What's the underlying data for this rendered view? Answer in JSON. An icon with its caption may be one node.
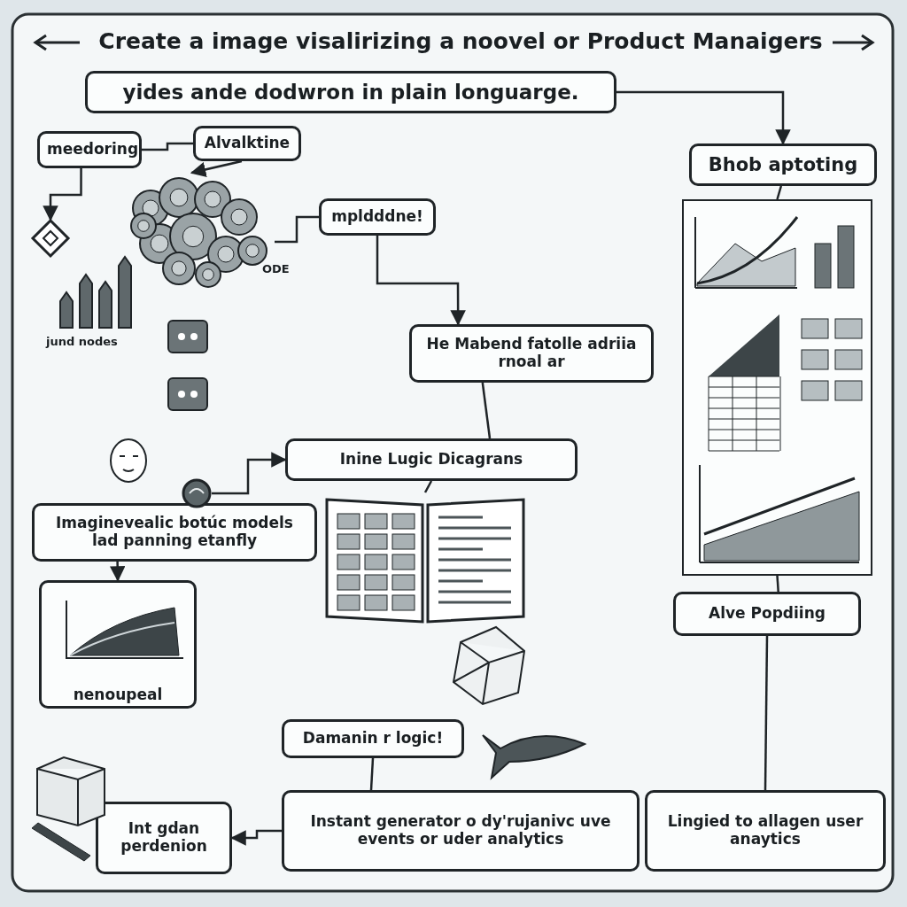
{
  "diagram": {
    "title": "Create a image visalirizing a noovel or Product Manaigers",
    "nodes": [
      {
        "text": [
          "yides ande dodwron in plain longuarge."
        ]
      },
      {
        "text": [
          "meedoring"
        ]
      },
      {
        "text": [
          "Alvalktine"
        ]
      },
      {
        "text": [
          "mpldddne!"
        ]
      },
      {
        "text": [
          "Bhob aptoting"
        ]
      },
      {
        "text": [
          "He Mabend fatolle adriia rnoal ar"
        ]
      },
      {
        "text": [
          "Inine Lugic Dicagrans"
        ]
      },
      {
        "text": [
          "Imaginevealic botúc models lad panning etanfly"
        ]
      },
      {
        "text": [
          "nenoupeal"
        ]
      },
      {
        "text": [
          "Alve Popdiing"
        ]
      },
      {
        "text": [
          "Damanin r logic!"
        ]
      },
      {
        "text": [
          "Int gdan perdenion"
        ]
      },
      {
        "text": [
          "Instant generator o dy'rujanivc uve events or uder analytics"
        ]
      },
      {
        "text": [
          "Lingied to allagen user anaytics"
        ]
      },
      {
        "text": [],
        "shape": "diamond"
      },
      {
        "text": [],
        "shape": "picture"
      },
      {
        "text": [],
        "shape": "circle"
      },
      {
        "text": [],
        "shape": "picture"
      },
      {
        "text": [],
        "shape": "picture"
      }
    ],
    "edges": [
      {
        "from": 1,
        "to": 14,
        "arrow": "to"
      },
      {
        "from": 1,
        "to": 2,
        "arrow": "none"
      },
      {
        "from": 2,
        "to": 15,
        "arrow": "to"
      },
      {
        "from": 0,
        "to": 4,
        "arrow": "to"
      },
      {
        "from": 4,
        "to": 18,
        "arrow": "none"
      },
      {
        "from": 5,
        "to": 6,
        "arrow": "none"
      },
      {
        "from": 6,
        "to": 17,
        "arrow": "none"
      },
      {
        "from": 16,
        "to": 6,
        "arrow": "to"
      },
      {
        "from": 7,
        "to": 8,
        "arrow": "to"
      },
      {
        "from": 9,
        "to": 13,
        "arrow": "none"
      },
      {
        "from": 10,
        "to": 12,
        "arrow": "none"
      },
      {
        "from": 18,
        "to": 9,
        "arrow": "none"
      },
      {
        "from": 15,
        "to": 3,
        "arrow": "none"
      },
      {
        "from": 3,
        "to": 5,
        "arrow": "to"
      },
      {
        "from": 12,
        "to": 11,
        "arrow": "to"
      }
    ],
    "labels": [
      "jund nodes",
      "ODE"
    ]
  }
}
